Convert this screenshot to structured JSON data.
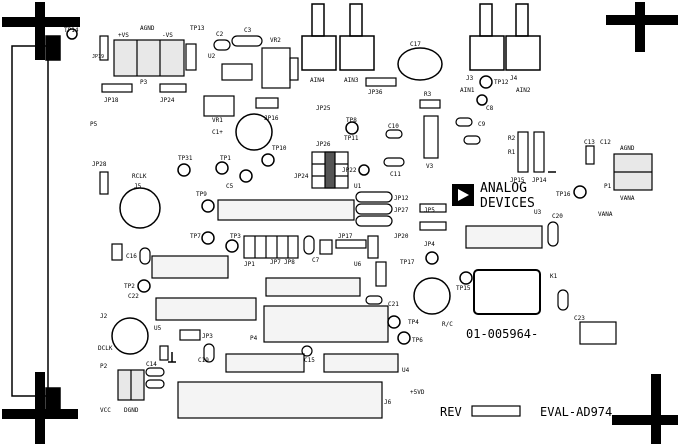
{
  "board": {
    "logo_line1": "ANALOG",
    "logo_line2": "DEVICES",
    "part_number": "01-005964-",
    "rev_label": "REV",
    "board_name": "EVAL-AD974"
  },
  "labels": {
    "tp14_top": "TP14",
    "jp19": "JP19",
    "vs_plus": "+VS",
    "agnd_top": "AGND",
    "vs_minus": "-VS",
    "tp13": "TP13",
    "c2": "C2",
    "c3": "C3",
    "vr2": "VR2",
    "u2": "U2",
    "p3a": "P3",
    "jp18": "JP18",
    "jp24": "JP24",
    "p5": "P5",
    "ain4": "AIN4",
    "ain3": "AIN3",
    "jp36": "JP36",
    "c17": "C17",
    "j3": "J3",
    "tp12": "TP12",
    "j4": "J4",
    "ain1": "AIN1",
    "ain2": "AIN2",
    "r3": "R3",
    "c8": "C8",
    "c9": "C9",
    "vr1": "VR1",
    "c1": "C1+",
    "jp16": "JP16",
    "jp25": "JP25",
    "jp26": "JP26",
    "tp8": "TP8",
    "tp11": "TP11",
    "c10": "C10",
    "c11": "C11",
    "v3": "V3",
    "r2": "R2",
    "r1": "R1",
    "jp15": "JP15",
    "jp14": "JP14",
    "c13": "C13",
    "c12": "C12",
    "agnd_r": "AGND",
    "p1": "P1",
    "tp16": "TP16",
    "vana": "VANA",
    "jp28": "JP28",
    "rclk": "RCLK",
    "j5": "J5",
    "tp31": "TP31",
    "tp1": "TP1",
    "tp10": "TP10",
    "c5": "C5",
    "jp24b": "JP24",
    "jp22": "JP22",
    "jp12": "JP12",
    "jp27": "JP27",
    "jp5": "JP5",
    "jp20": "JP20",
    "jp4": "JP4",
    "u1": "U1",
    "tp9": "TP9",
    "tp7": "TP7",
    "jp1": "JP1",
    "tp3": "TP3",
    "jp7": "JP7",
    "jp8": "JP8",
    "jp17": "JP17",
    "c7": "C7",
    "u6": "U6",
    "tp17": "TP17",
    "u3": "U3",
    "c20": "C20",
    "k1": "K1",
    "c16": "C16",
    "tp2": "TP2",
    "c22": "C22",
    "tp15": "TP15",
    "c21": "C21",
    "tp4": "TP4",
    "tp6": "TP6",
    "rc": "R/C",
    "j2": "J2",
    "dclk": "DCLK",
    "u5": "U5",
    "jp3": "JP3",
    "p4": "P4",
    "c19": "C19",
    "c15": "C15",
    "u4": "U4",
    "p2": "P2",
    "c14": "C14",
    "vcc": "VCC",
    "dgnd": "DGND",
    "plus5v": "+5VD",
    "j6": "J6",
    "c23": "C23"
  }
}
